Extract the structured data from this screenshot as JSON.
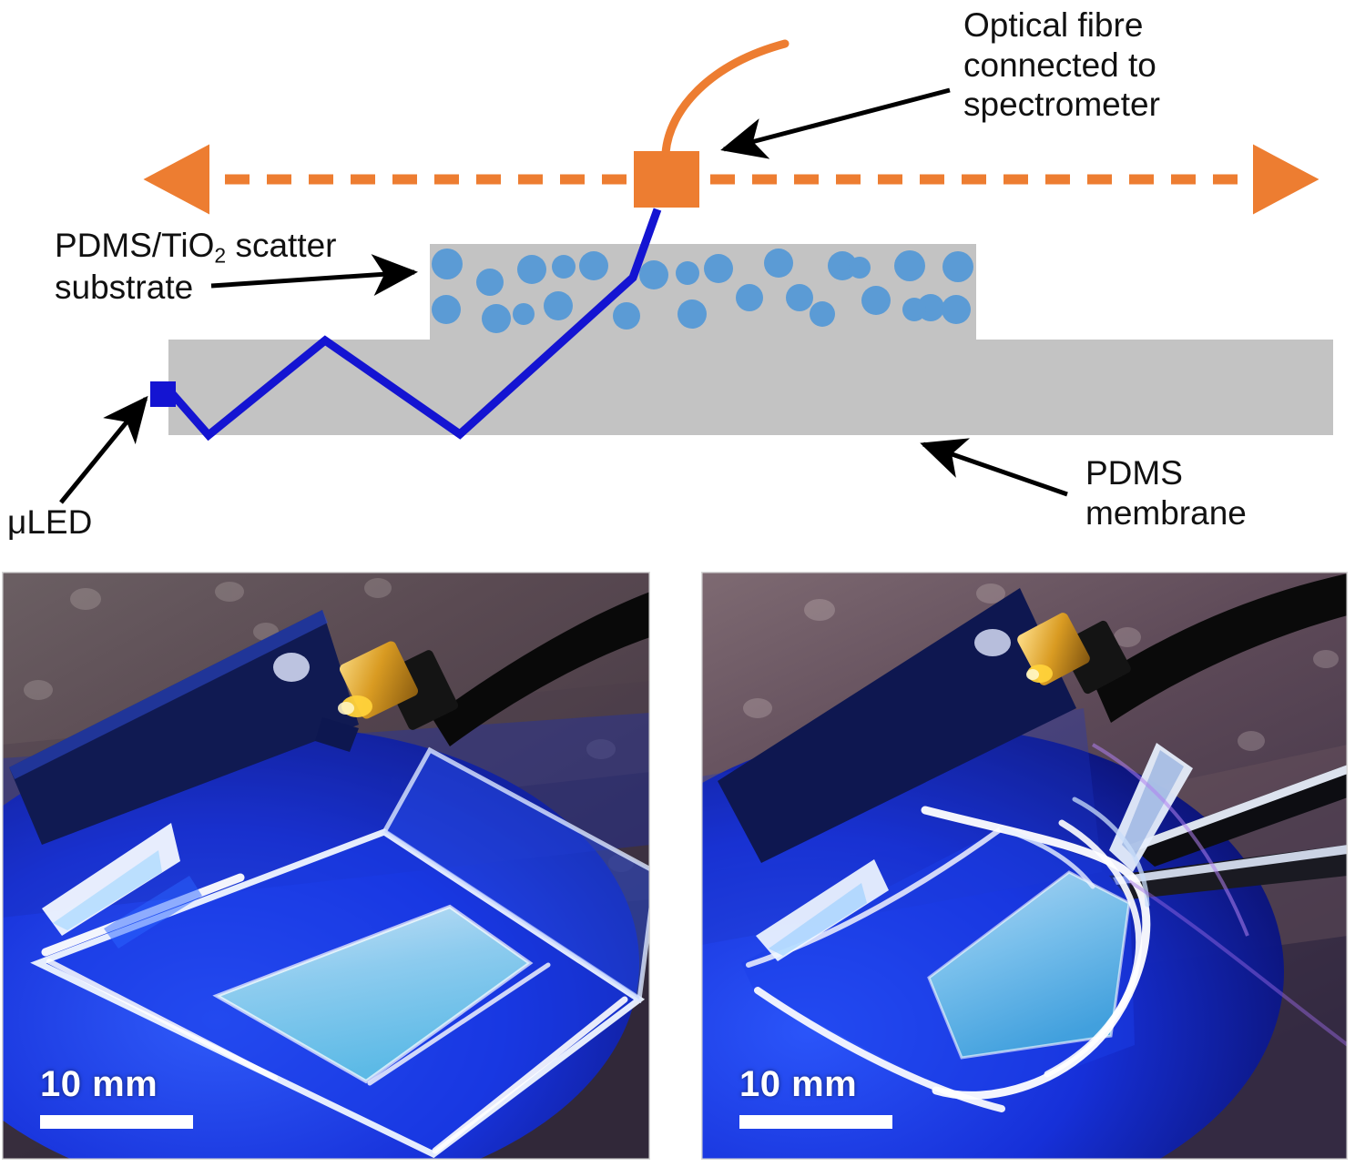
{
  "figure": {
    "type": "scientific-schematic-with-photographs",
    "schematic": {
      "labels": {
        "optical_fibre": "Optical fibre\nconnected to\nspectrometer",
        "scatter_substrate_line1": "PDMS/TiO",
        "scatter_substrate_sub": "2",
        "scatter_substrate_line2": " scatter\nsubstrate",
        "uled": "μLED",
        "pdms_membrane": "PDMS\nmembrane"
      },
      "components": {
        "membrane_name": "PDMS membrane",
        "scatter_block_name": "PDMS/TiO2 scatter substrate",
        "detector_name": "optical fibre detector head",
        "led_name": "microLED source",
        "ray_name": "waveguided light ray",
        "scan_arrow_name": "fibre translation range"
      },
      "colors": {
        "pdms_gray": "#c3c3c3",
        "scatter_particle_blue": "#5b9bd5",
        "ray_blue": "#1414d2",
        "fibre_orange": "#ed7d31",
        "arrow_black": "#000000",
        "led_blue": "#1414d2"
      },
      "scatter_particle_count": 26
    },
    "photos": [
      {
        "name": "photo-flat-membrane",
        "scalebar_label": "10 mm",
        "description": "Blue-emitting PDMS membrane lying flat on optical bench, SMA connector at top"
      },
      {
        "name": "photo-bent-membrane",
        "scalebar_label": "10 mm",
        "description": "Same membrane held bent with tweezers showing flexibility"
      }
    ]
  }
}
